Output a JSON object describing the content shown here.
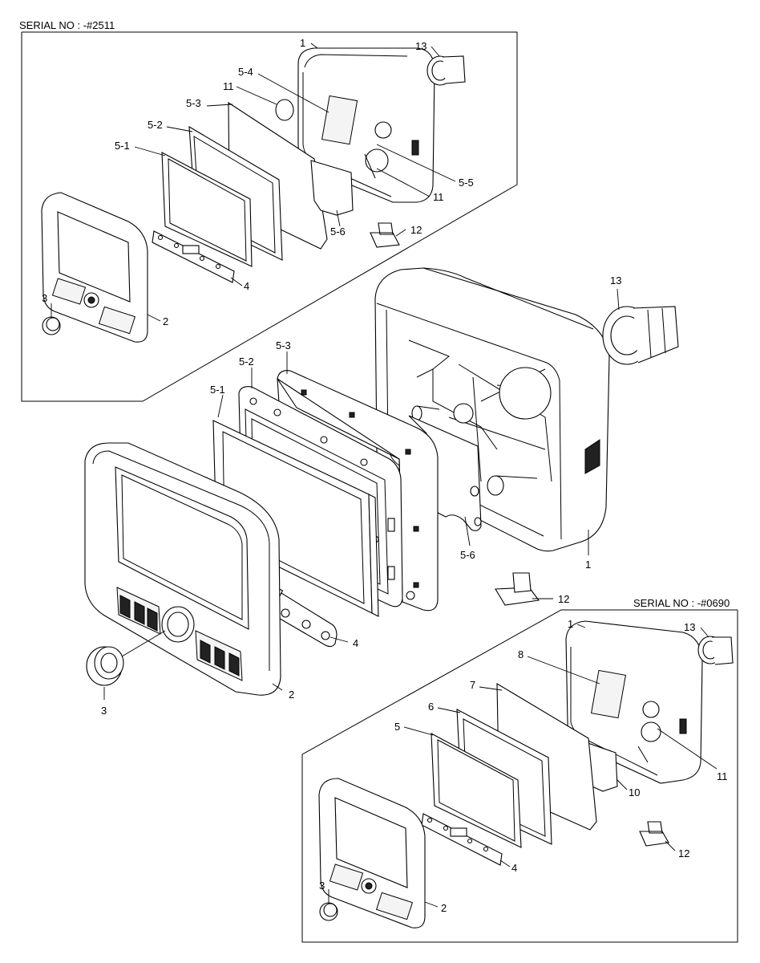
{
  "serials": {
    "top": "SERIAL NO : -#2511",
    "bottom": "SERIAL NO : -#0690"
  },
  "callouts": {
    "top": {
      "c1": "1",
      "c13": "13",
      "c5_4": "5-4",
      "c11a": "11",
      "c5_3": "5-3",
      "c5_2": "5-2",
      "c5_1": "5-1",
      "c5_5": "5-5",
      "c11b": "11",
      "c12": "12",
      "c5_6": "5-6",
      "c4": "4",
      "c3": "3",
      "c2": "2"
    },
    "main": {
      "c13": "13",
      "c5_3": "5-3",
      "c5_2": "5-2",
      "c5_1": "5-1",
      "c5_6": "5-6",
      "c1": "1",
      "c12": "12",
      "c4": "4",
      "c2": "2",
      "c3": "3"
    },
    "bottom": {
      "c1": "1",
      "c13": "13",
      "c8": "8",
      "c7": "7",
      "c6": "6",
      "c5": "5",
      "c11": "11",
      "c10": "10",
      "c12": "12",
      "c4": "4",
      "c3": "3",
      "c2": "2"
    }
  }
}
